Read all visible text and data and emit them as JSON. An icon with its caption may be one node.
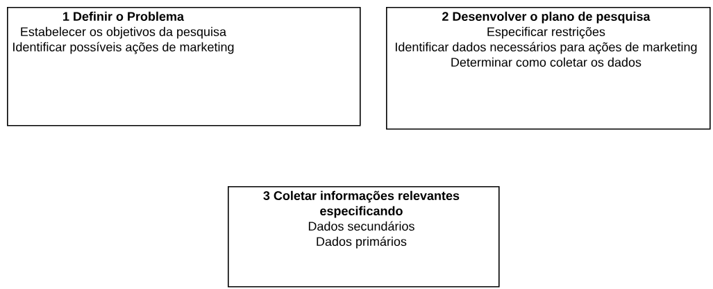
{
  "diagram": {
    "nodes": [
      {
        "text": [
          "1 Definir o Problema",
          "Estabelecer os objetivos da pesquisa",
          "Identificar possíveis ações de marketing"
        ]
      },
      {
        "text": [
          "2 Desenvolver o plano de pesquisa",
          "Especificar restrições",
          "Identificar dados necessários para ações de marketing",
          "Determinar como coletar os dados"
        ]
      },
      {
        "text": [
          "3 Coletar informações relevantes especificando",
          "Dados secundários",
          "Dados primários"
        ]
      }
    ]
  }
}
